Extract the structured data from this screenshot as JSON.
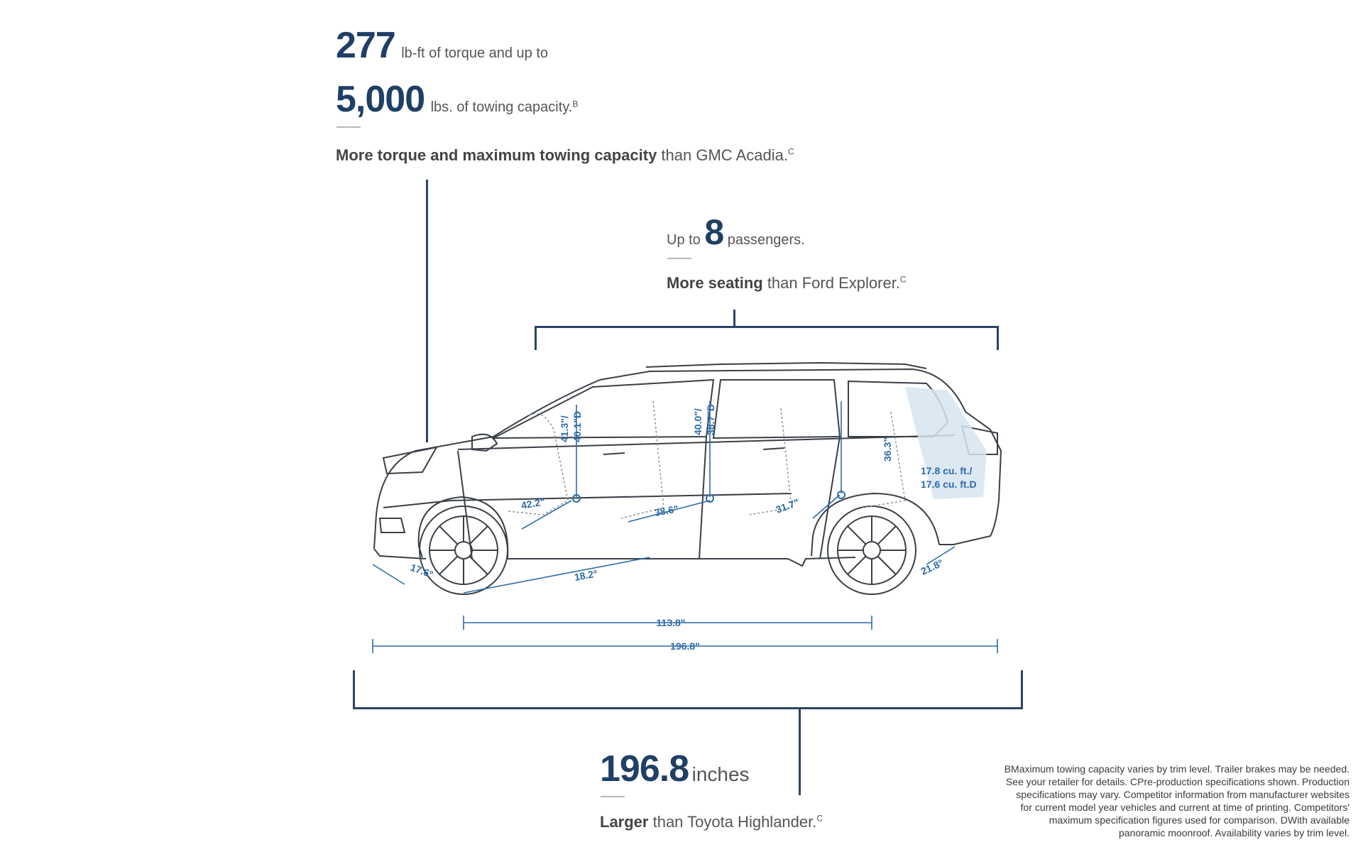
{
  "torque": {
    "value": "277",
    "text": "lb-ft of torque and up to"
  },
  "towing": {
    "value": "5,000",
    "text": "lbs. of towing capacity.",
    "note": "B"
  },
  "torque_stmt": {
    "bold": "More torque and maximum towing capacity",
    "rest": " than GMC Acadia.",
    "note": "C"
  },
  "passengers": {
    "pre": "Up to ",
    "value": "8",
    "post": " passengers."
  },
  "seating_stmt": {
    "bold": "More seating",
    "rest": " than Ford Explorer.",
    "note": "C"
  },
  "length": {
    "value": "196.8",
    "unit": "inches"
  },
  "length_stmt": {
    "bold": "Larger",
    "rest": " than Toyota Highlander.",
    "note": "C"
  },
  "dims": {
    "headroom_front": "41.3\"/",
    "headroom_front_2": "40.1\"D",
    "headroom_mid": "40.0\"/",
    "headroom_mid_2": "38.7\"D",
    "headroom_rear": "36.3\"",
    "legroom_front": "42.2\"",
    "legroom_mid": "38.6\"",
    "legroom_rear": "31.7\"",
    "cargo_1": "17.8 cu. ft./",
    "cargo_2": "17.6 cu. ft.D",
    "approach": "17.6°",
    "breakover": "18.2°",
    "departure": "21.8°",
    "wheelbase": "113.8\"",
    "overall": "196.8\""
  },
  "footnote": {
    "line1": "BMaximum towing capacity varies by trim level. Trailer brakes may be needed.",
    "line2": "See your retailer for details. CPre-production specifications shown. Production",
    "line3": "specifications may vary. Competitor information from manufacturer websites",
    "line4": "for current model year vehicles and current at time of printing. Competitors'",
    "line5": "maximum specification figures used for comparison. DWith available",
    "line6": "panoramic moonroof. Availability varies by trim level."
  },
  "colors": {
    "accent": "#1f3f66",
    "dimension": "#2e6aa8",
    "cargo_fill": "#d6e4f0"
  }
}
